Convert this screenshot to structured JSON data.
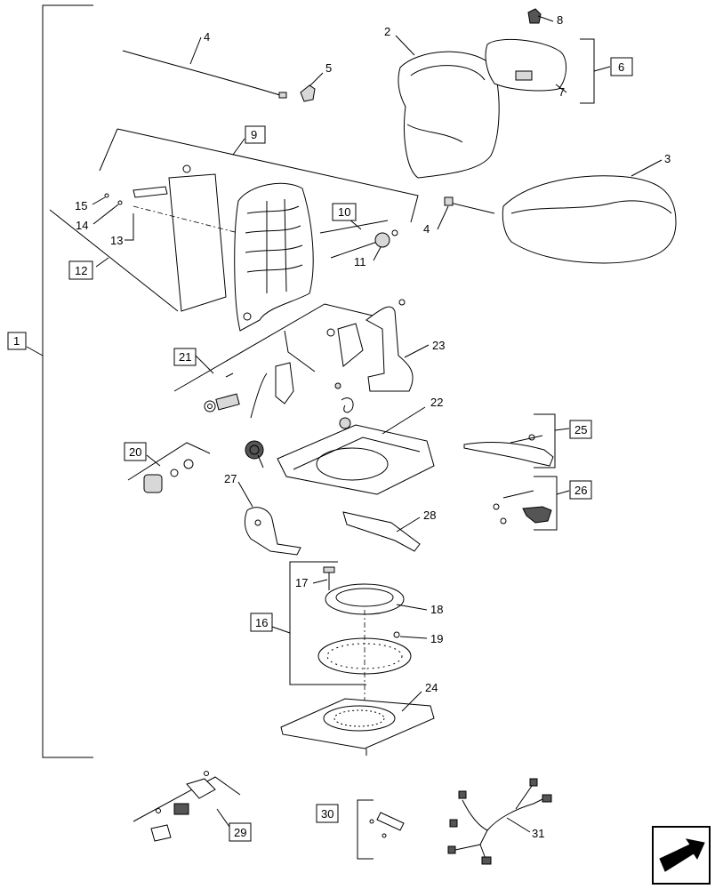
{
  "callouts": {
    "c1": "1",
    "c2": "2",
    "c3": "3",
    "c4a": "4",
    "c4b": "4",
    "c5": "5",
    "c6": "6",
    "c7": "7",
    "c8": "8",
    "c9": "9",
    "c10": "10",
    "c11": "11",
    "c12": "12",
    "c13": "13",
    "c14": "14",
    "c15": "15",
    "c16": "16",
    "c17": "17",
    "c18": "18",
    "c19": "19",
    "c20": "20",
    "c21": "21",
    "c22": "22",
    "c23": "23",
    "c24": "24",
    "c25": "25",
    "c26": "26",
    "c27": "27",
    "c28": "28",
    "c29": "29",
    "c30": "30",
    "c31": "31"
  },
  "icons": {
    "nav": "next-arrow-icon"
  }
}
